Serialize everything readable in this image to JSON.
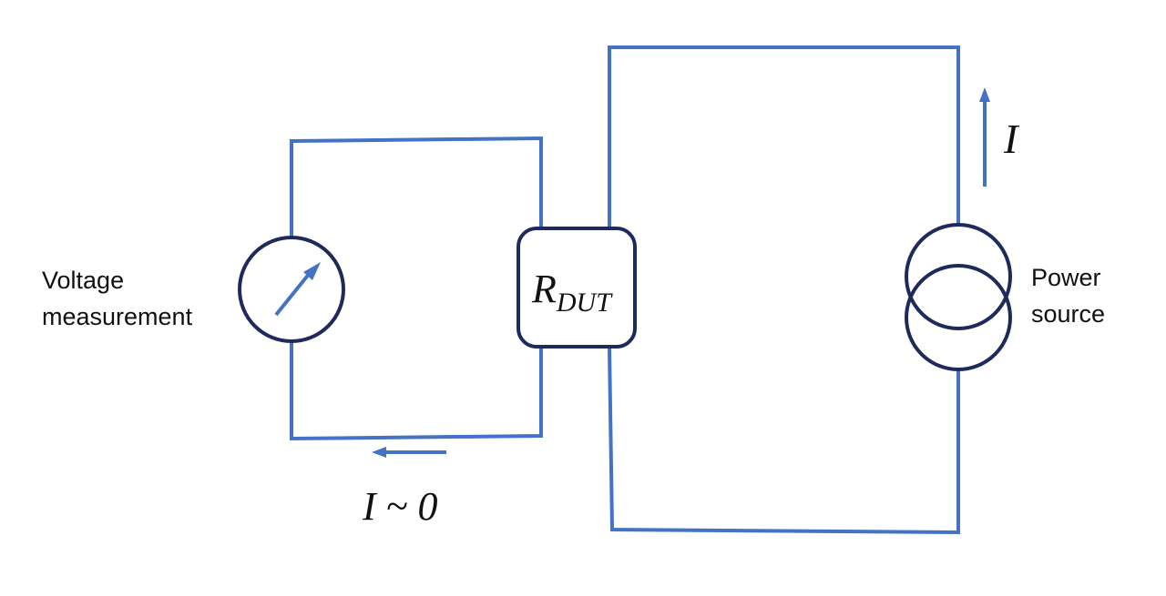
{
  "diagram": {
    "voltage_label_line1": "Voltage",
    "voltage_label_line2": "measurement",
    "power_label_line1": "Power",
    "power_label_line2": "source",
    "resistor_main": "R",
    "resistor_subscript": "DUT",
    "current_source_label": "I",
    "current_meter_label": "I ~ 0"
  },
  "colors": {
    "wire": "#4472c4",
    "component_outline": "#1f2a5c"
  },
  "icons": {
    "voltmeter": "meter-needle-icon",
    "power_source": "current-source-icon"
  }
}
